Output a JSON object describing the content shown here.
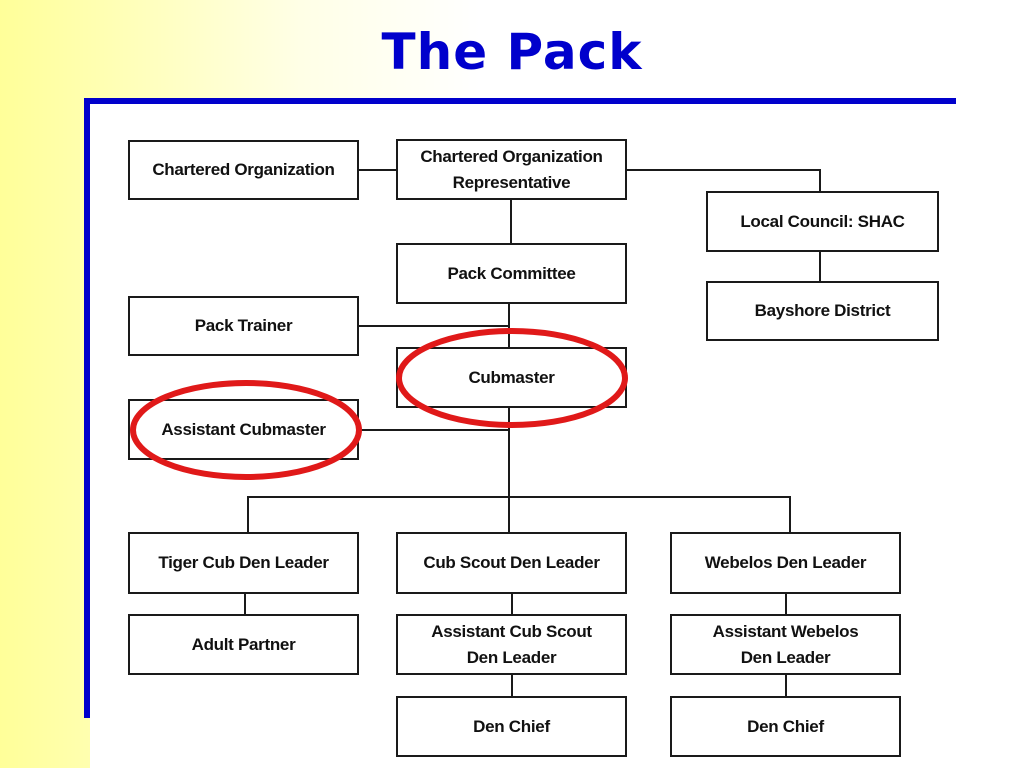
{
  "slide": {
    "title": "The Pack"
  },
  "colors": {
    "title": "#0000cc",
    "rule": "#0000cc",
    "highlight_ring": "#e01919",
    "box_border": "#1a1a1a",
    "background_left": "#ffff99"
  },
  "org_chart": {
    "nodes": {
      "chartered_org": "Chartered Organization",
      "chartered_org_rep": {
        "line1": "Chartered Organization",
        "line2": "Representative"
      },
      "local_council": "Local Council:  SHAC",
      "bayshore_district": "Bayshore District",
      "pack_committee": "Pack Committee",
      "pack_trainer": "Pack Trainer",
      "cubmaster": "Cubmaster",
      "assistant_cubmaster": "Assistant Cubmaster",
      "tiger_leader": "Tiger Cub Den Leader",
      "cub_scout_leader": "Cub Scout Den Leader",
      "webelos_leader": "Webelos Den Leader",
      "adult_partner": "Adult Partner",
      "asst_cub_scout_leader": {
        "line1": "Assistant Cub Scout",
        "line2": "Den Leader"
      },
      "asst_webelos_leader": {
        "line1": "Assistant Webelos",
        "line2": "Den Leader"
      },
      "den_chief_cub": "Den Chief",
      "den_chief_webelos": "Den Chief"
    },
    "highlighted": [
      "Cubmaster",
      "Assistant Cubmaster"
    ]
  }
}
